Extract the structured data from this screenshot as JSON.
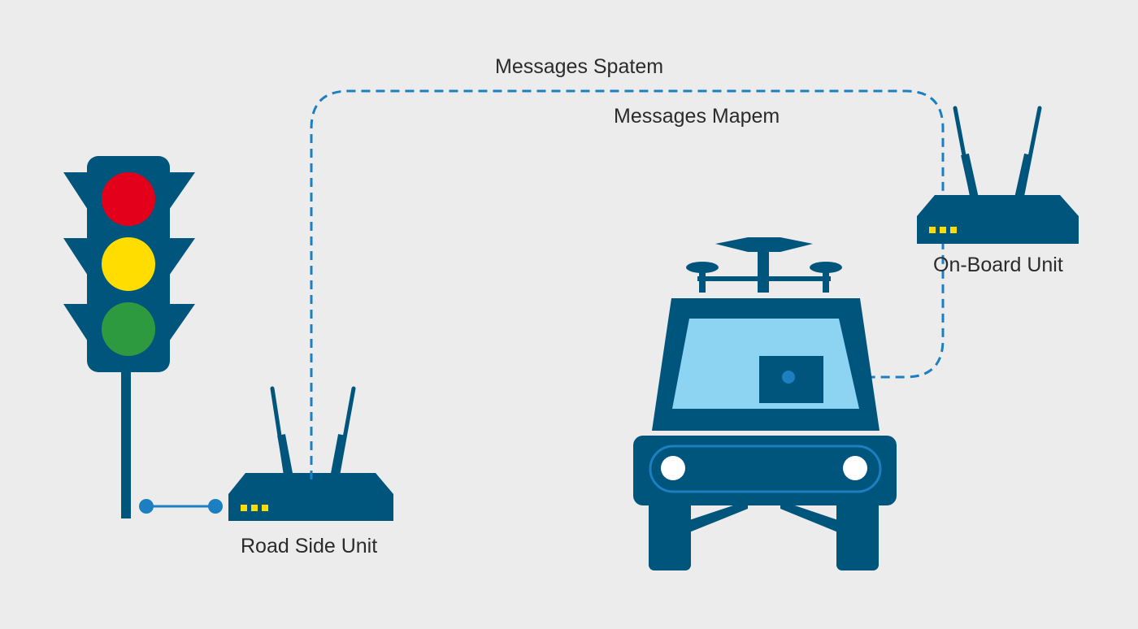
{
  "labels": {
    "messages_spatem": "Messages Spatem",
    "messages_mapem": "Messages Mapem",
    "road_side_unit": "Road Side Unit",
    "on_board_unit": "On-Board Unit"
  },
  "colors": {
    "background": "#ececec",
    "device_blue": "#00557c",
    "link_blue": "#1b7fc1",
    "windshield": "#8dd3f2",
    "light_red": "#e2001a",
    "light_yellow": "#ffdd00",
    "light_green": "#2e9a3f",
    "led_yellow": "#ffdd00",
    "headlight": "#ffffff"
  },
  "icons": {
    "traffic_light": "traffic-light-icon",
    "road_side_unit": "router-icon",
    "on_board_unit": "router-icon",
    "vehicle": "vehicle-front-icon"
  }
}
